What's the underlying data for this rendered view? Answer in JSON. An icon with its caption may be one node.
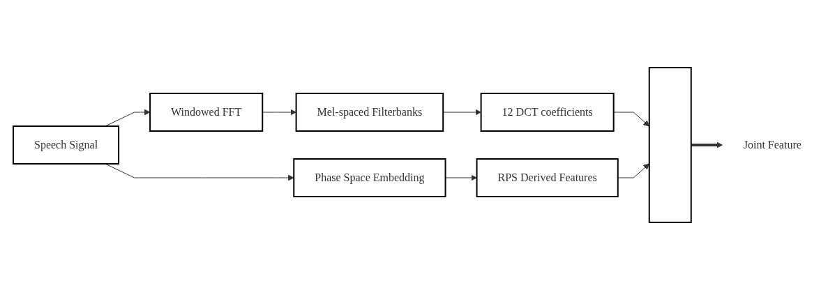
{
  "diagram": {
    "nodes": [
      {
        "text": [
          "Speech Signal"
        ]
      },
      {
        "text": [
          "Windowed FFT"
        ]
      },
      {
        "text": [
          "Mel-spaced Filterbanks"
        ]
      },
      {
        "text": [
          "12 DCT coefficients"
        ]
      },
      {
        "text": [
          "Phase Space Embedding"
        ]
      },
      {
        "text": [
          "RPS Derived Features"
        ]
      },
      {
        "text": [],
        "shape": "bar"
      },
      {
        "text": [
          "Joint Feature"
        ]
      }
    ],
    "edges": [
      {
        "from": 0,
        "to": 1,
        "arrow": "to"
      },
      {
        "from": 0,
        "to": 4,
        "arrow": "to"
      },
      {
        "from": 1,
        "to": 2,
        "arrow": "to"
      },
      {
        "from": 2,
        "to": 3,
        "arrow": "to"
      },
      {
        "from": 3,
        "to": 6,
        "arrow": "to"
      },
      {
        "from": 4,
        "to": 5,
        "arrow": "to"
      },
      {
        "from": 5,
        "to": 6,
        "arrow": "to"
      },
      {
        "from": 6,
        "to": 7,
        "arrow": "to",
        "style": "thick"
      }
    ]
  }
}
